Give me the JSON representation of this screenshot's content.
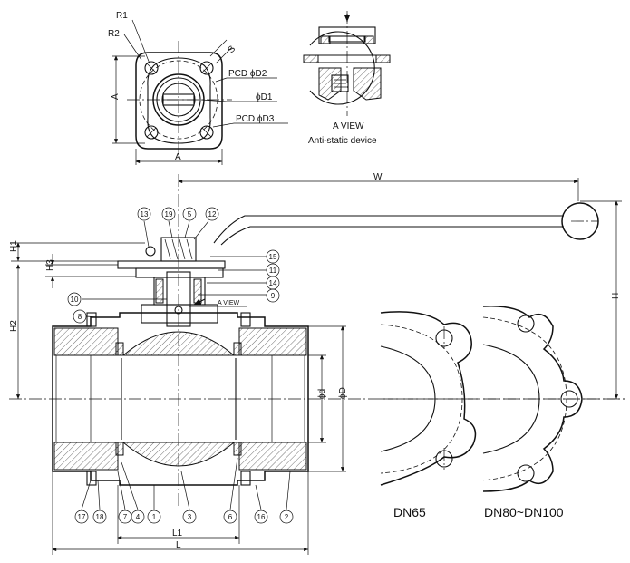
{
  "top_view": {
    "labels": {
      "r1": "R1",
      "r2": "R2",
      "s": "S",
      "a_side": "A",
      "a_bottom": "A",
      "pcd_d2": "PCD  ϕD2",
      "d1": "ϕD1",
      "pcd_d3": "PCD  ϕD3"
    }
  },
  "a_view": {
    "title": "A VIEW",
    "subtitle": "Anti-static device"
  },
  "main_view": {
    "dims": {
      "w": "W",
      "h": "H",
      "h1": "H1",
      "h2": "H2",
      "h3": "H3",
      "d_small": "ϕd",
      "d_big": "ϕD",
      "l1": "L1",
      "l": "L",
      "a_view_marker": "A VIEW"
    },
    "balloons": {
      "b13": "13",
      "b19": "19",
      "b5": "5",
      "b12": "12",
      "b15": "15",
      "b11": "11",
      "b14": "14",
      "b9": "9",
      "b10": "10",
      "b8": "8",
      "b17": "17",
      "b18": "18",
      "b7": "7",
      "b4": "4",
      "b1": "1",
      "b3": "3",
      "b6": "6",
      "b16": "16",
      "b2": "2"
    }
  },
  "flange_views": {
    "dn65": "DN65",
    "dn80": "DN80~DN100"
  }
}
